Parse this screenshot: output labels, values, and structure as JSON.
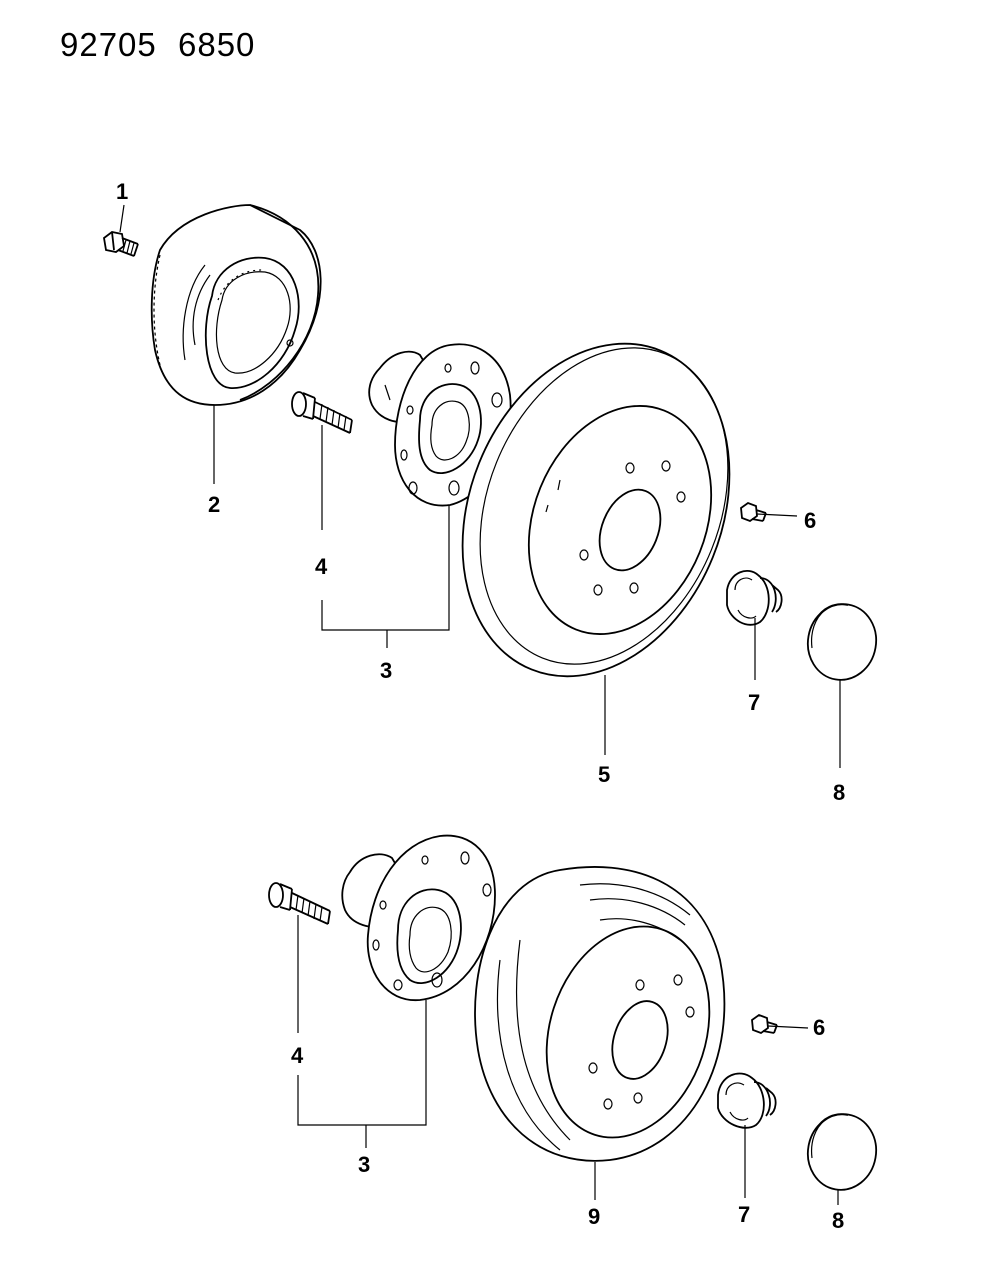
{
  "header": {
    "code_left": "92705",
    "code_right": "6850"
  },
  "callouts": {
    "front": {
      "c1": "1",
      "c2": "2",
      "c3": "3",
      "c4": "4",
      "c5": "5",
      "c6": "6",
      "c7": "7",
      "c8": "8"
    },
    "rear": {
      "c3": "3",
      "c4": "4",
      "c6": "6",
      "c7": "7",
      "c8": "8",
      "c9": "9"
    }
  }
}
